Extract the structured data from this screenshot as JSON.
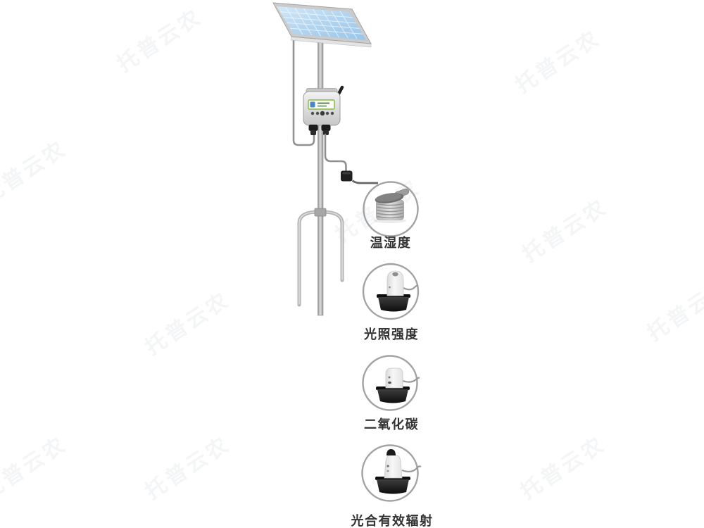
{
  "watermark": {
    "text": "托普云农"
  },
  "station": {
    "description": "weather-station-with-solar-panel",
    "solar_panel_color": "#aecfec",
    "pole_color": "#b5b5b5",
    "screen_accent": "#86b944",
    "ring_color": "#a2a2a2",
    "label_color": "#333333"
  },
  "sensors": [
    {
      "id": "temperature-humidity",
      "label": "温湿度"
    },
    {
      "id": "light-intensity",
      "label": "光照强度"
    },
    {
      "id": "carbon-dioxide",
      "label": "二氧化碳"
    },
    {
      "id": "photosynthetically-active-radiation",
      "label": "光合有效辐射"
    }
  ]
}
